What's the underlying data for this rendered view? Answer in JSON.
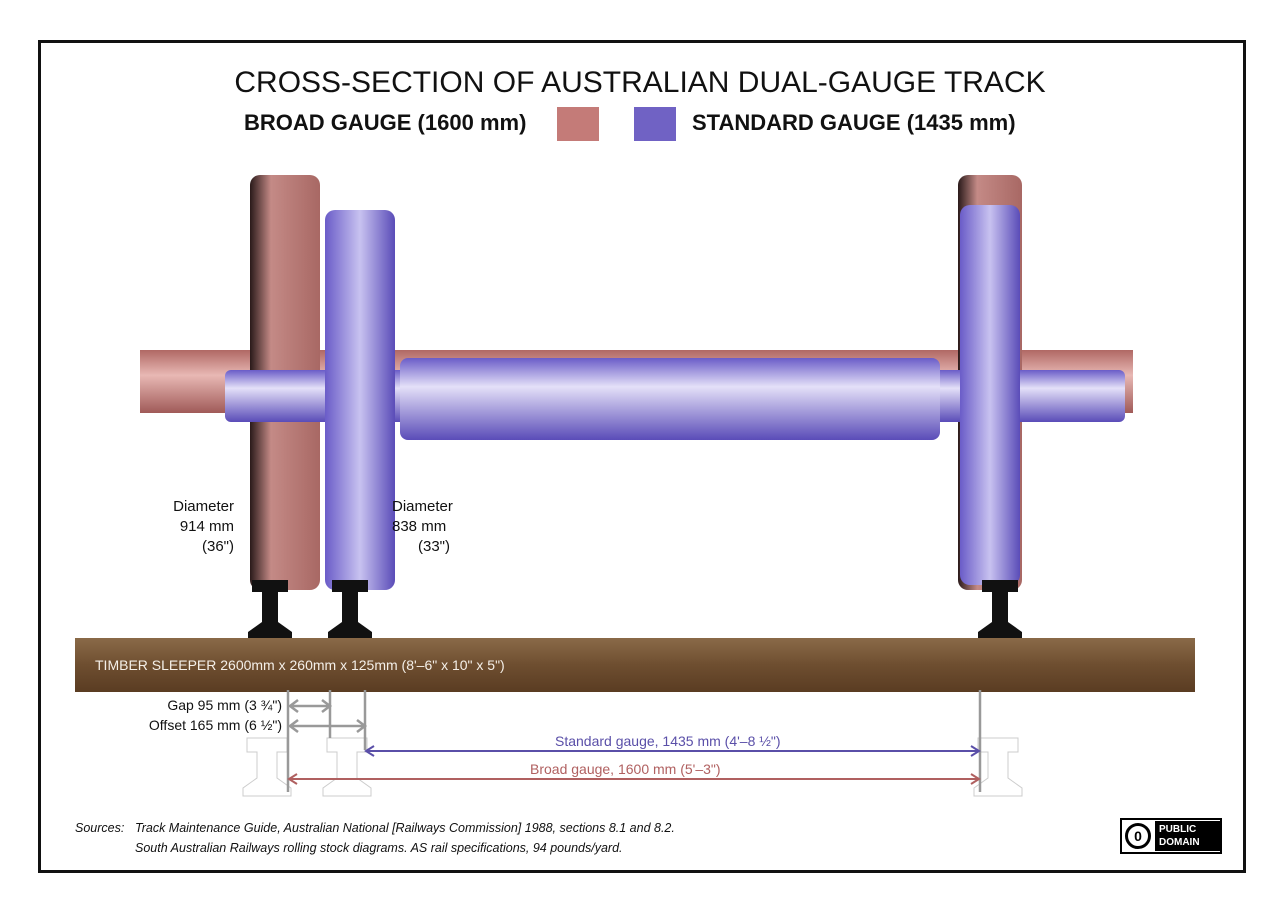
{
  "title": "CROSS-SECTION OF AUSTRALIAN DUAL-GAUGE TRACK",
  "legend": [
    {
      "label": "BROAD GAUGE (1600 mm)",
      "color": "#c47b78"
    },
    {
      "label": "STANDARD GAUGE (1435 mm)",
      "color": "#7062c4"
    }
  ],
  "wheels": {
    "broad_diameter": [
      "Diameter",
      "914 mm",
      "(36\")"
    ],
    "standard_diameter": [
      "Diameter",
      "838 mm",
      "(33\")"
    ]
  },
  "sleeper": "TIMBER SLEEPER 2600mm x 260mm x 125mm (8'–6\" x  10\" x 5\")",
  "dimensions": {
    "gap": "Gap 95 mm (3 ¾\")",
    "offset": "Offset 165 mm (6 ½\")",
    "standard": "Standard gauge, 1435 mm (4'–8 ½\")",
    "broad": "Broad gauge, 1600 mm (5'–3\")"
  },
  "sources": [
    "Sources:",
    "Track Maintenance Guide, Australian National [Railways Commission] 1988, sections 8.1 and 8.2.",
    "South Australian Railways rolling stock diagrams.  AS rail specifications, 94 pounds/yard."
  ],
  "license": {
    "symbol": "0",
    "lines": [
      "PUBLIC",
      "DOMAIN"
    ]
  }
}
